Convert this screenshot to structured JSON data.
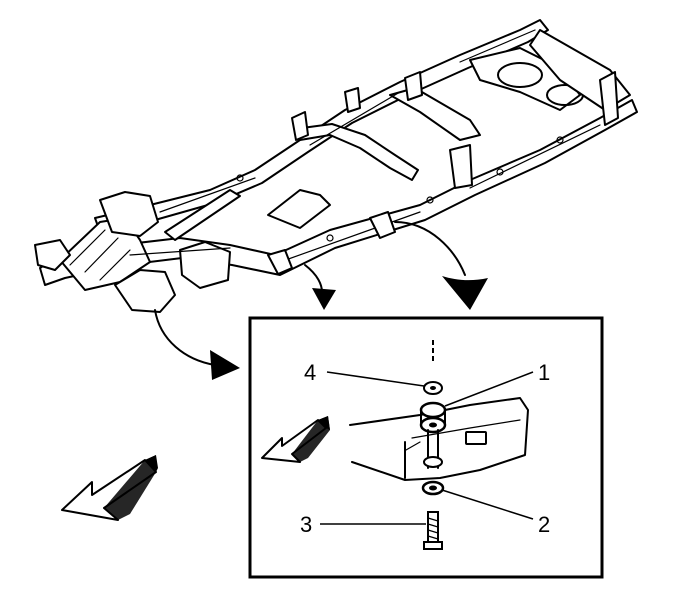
{
  "callouts": {
    "c1": "1",
    "c2": "2",
    "c3": "3",
    "c4": "4"
  },
  "icons": {
    "forward_arrow": "front-direction-arrow-icon",
    "detail_arrow": "detail-callout-arrow-icon"
  },
  "colors": {
    "line": "#000000",
    "background": "#ffffff"
  }
}
